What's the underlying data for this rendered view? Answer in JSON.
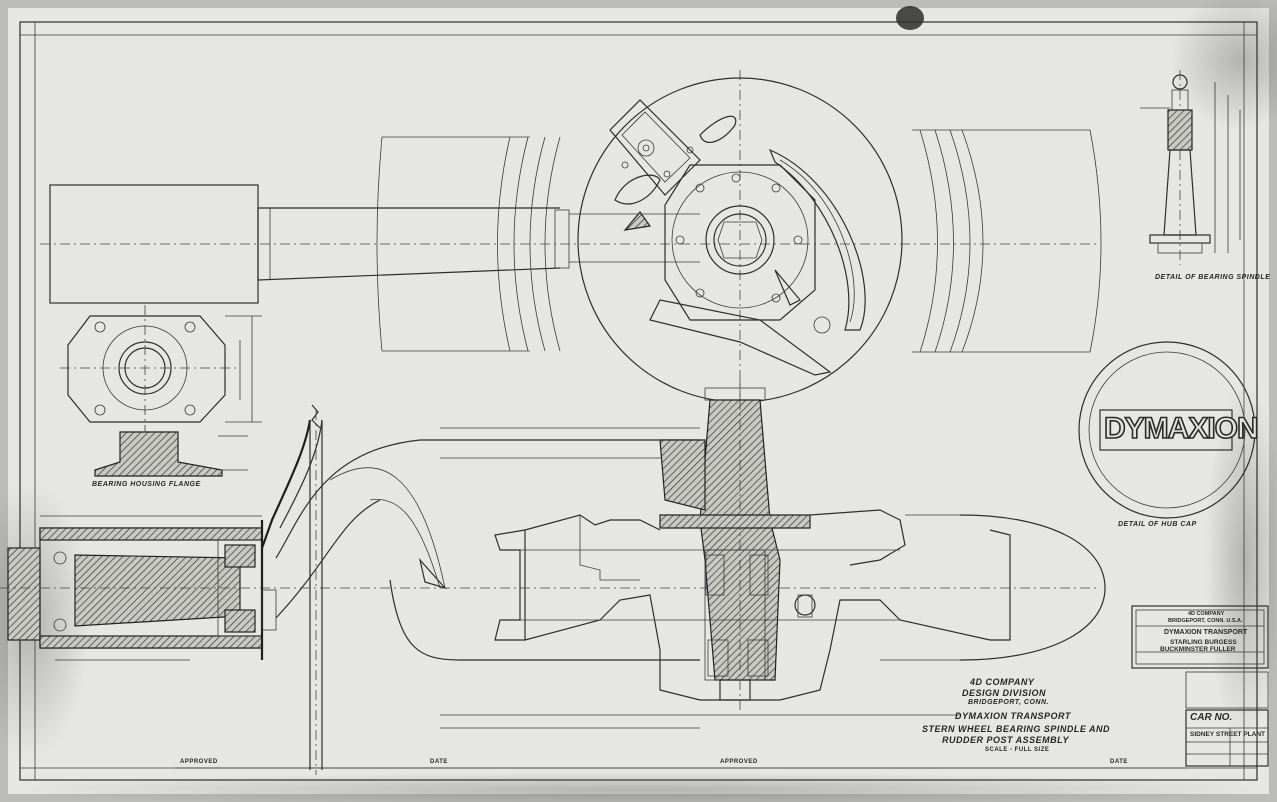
{
  "title_block": {
    "company": "4D COMPANY",
    "division": "DESIGN DIVISION",
    "location": "BRIDGEPORT, CONN.",
    "project": "DYMAXION TRANSPORT",
    "drawing_title_1": "STERN WHEEL BEARING SPINDLE AND",
    "drawing_title_2": "RUDDER POST ASSEMBLY",
    "scale": "SCALE - FULL SIZE"
  },
  "detail_labels": {
    "bearing_spindle": "DETAIL OF BEARING SPINDLE",
    "hub_cap": "DETAIL OF HUB CAP",
    "housing_flange": "BEARING HOUSING FLANGE"
  },
  "hub_cap_text": "DYMAXION",
  "stamp_box": {
    "line1": "4D COMPANY",
    "line2": "BRIDGEPORT, CONN. U.S.A.",
    "line3": "DYMAXION TRANSPORT",
    "line4": "STARLING BURGESS",
    "line5": "BUCKMINSTER FULLER"
  },
  "car_box": {
    "label": "CAR No.",
    "location": "SIDNEY STREET PLANT"
  },
  "signature_row": {
    "approved_1": "APPROVED",
    "date_1": "DATE",
    "approved_2": "APPROVED",
    "date_2": "DATE"
  }
}
